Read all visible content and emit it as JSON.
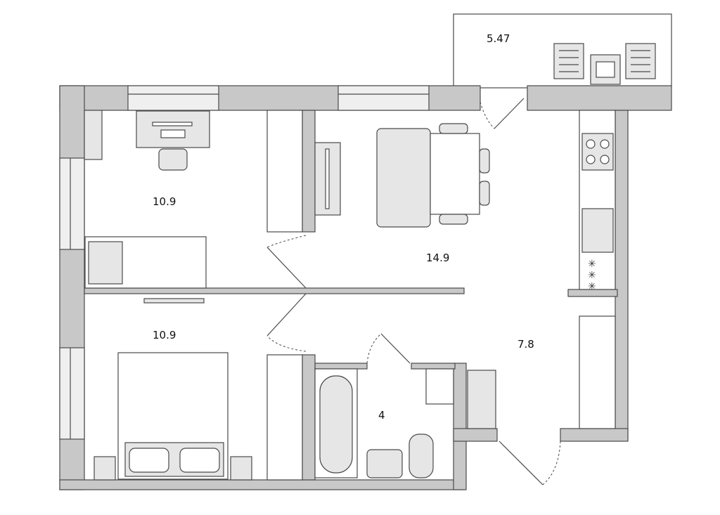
{
  "floor_plan": {
    "rooms": [
      {
        "id": "bedroom-top",
        "area": "10.9"
      },
      {
        "id": "bedroom-bottom",
        "area": "10.9"
      },
      {
        "id": "living-room",
        "area": "14.9"
      },
      {
        "id": "hallway-kitchen",
        "area": "7.8"
      },
      {
        "id": "bathroom",
        "area": "4"
      },
      {
        "id": "balcony",
        "area": "5.47"
      }
    ],
    "colors": {
      "wall": "#c8c8c8",
      "furniture": "#e6e6e6",
      "outline": "#4a4a4a"
    }
  }
}
